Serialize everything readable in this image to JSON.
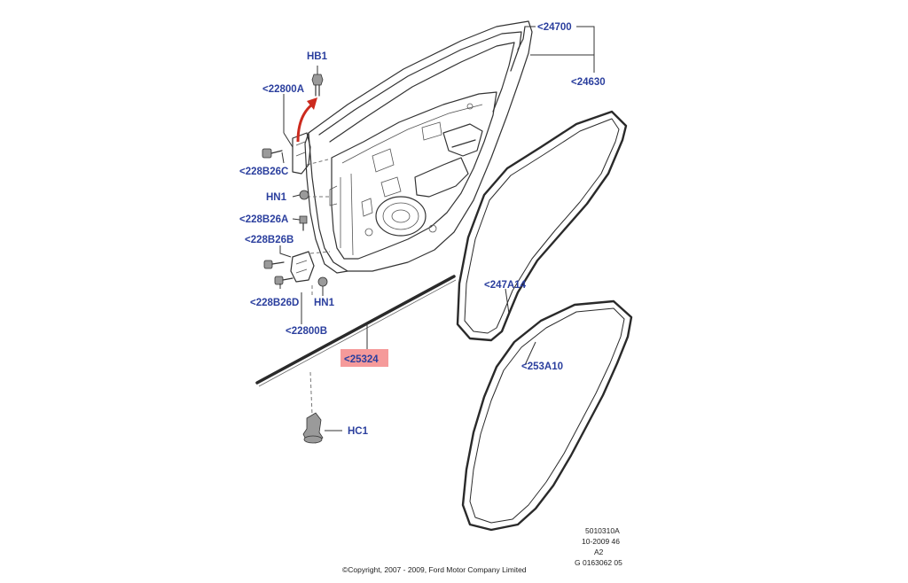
{
  "diagram": {
    "callouts": {
      "c24700": "<24700",
      "c24630": "<24630",
      "hb1": "HB1",
      "c22800a": "<22800A",
      "c228b26c": "<228B26C",
      "hn1_top": "HN1",
      "c228b26a": "<228B26A",
      "c228b26b": "<228B26B",
      "c228b26d": "<228B26D",
      "hn1_bottom": "HN1",
      "c22800b": "<22800B",
      "c25324": "<25324",
      "c247a14": "<247A14",
      "c253a10": "<253A10",
      "hc1": "HC1"
    },
    "highlight_color": "#f59a9a",
    "label_color": "#2b3f9e",
    "arrow_color": "#cc2a1e"
  },
  "footer": {
    "copyright": "©Copyright, 2007 - 2009, Ford Motor Company Limited",
    "ref_line1": "5010310A",
    "ref_line2": "10-2009 46",
    "ref_line3": "A2",
    "ref_line4": "G 0163062 05"
  }
}
